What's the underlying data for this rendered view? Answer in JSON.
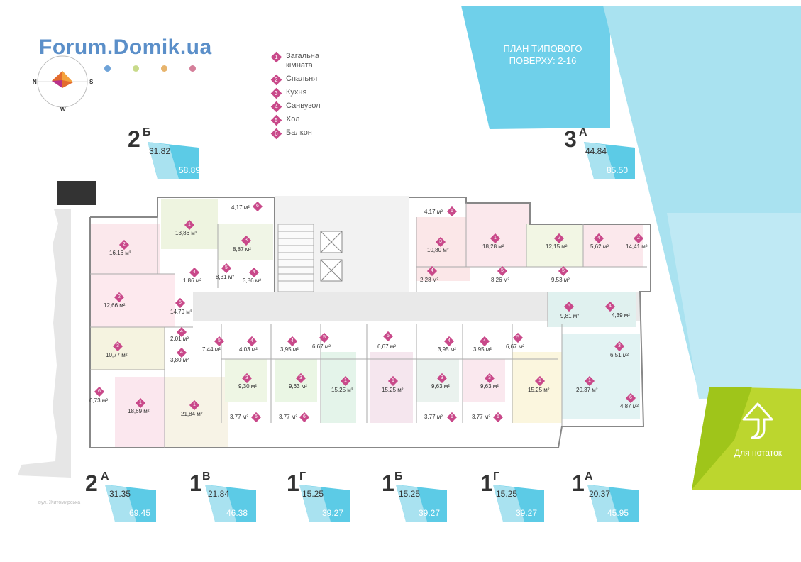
{
  "watermark": "Forum.Domik.ua",
  "compass": {
    "n": "N",
    "s": "S",
    "w": "W"
  },
  "legend": [
    {
      "num": "1",
      "label": "Загальна кімната"
    },
    {
      "num": "2",
      "label": "Спальня"
    },
    {
      "num": "3",
      "label": "Кухня"
    },
    {
      "num": "4",
      "label": "Санвузол"
    },
    {
      "num": "5",
      "label": "Хол"
    },
    {
      "num": "6",
      "label": "Балкон"
    }
  ],
  "plan_title": "ПЛАН ТИПОВОГО ПОВЕРХУ: 2-16",
  "notes_label": "Для нотаток",
  "street_label": "вул. Житомирська",
  "apartments": [
    {
      "id": "2Б",
      "num": "2",
      "letter": "Б",
      "living": "31.82",
      "total": "58.89"
    },
    {
      "id": "3А",
      "num": "3",
      "letter": "А",
      "living": "44.84",
      "total": "85.50"
    },
    {
      "id": "2А",
      "num": "2",
      "letter": "А",
      "living": "31.35",
      "total": "69.45"
    },
    {
      "id": "1В",
      "num": "1",
      "letter": "В",
      "living": "21.84",
      "total": "46.38"
    },
    {
      "id": "1Г-1",
      "num": "1",
      "letter": "Г",
      "living": "15.25",
      "total": "39.27"
    },
    {
      "id": "1Б",
      "num": "1",
      "letter": "Б",
      "living": "15.25",
      "total": "39.27"
    },
    {
      "id": "1Г-2",
      "num": "1",
      "letter": "Г",
      "living": "15.25",
      "total": "39.27"
    },
    {
      "id": "1А",
      "num": "1",
      "letter": "А",
      "living": "20.37",
      "total": "45.95"
    }
  ],
  "rooms": [
    {
      "t": "6",
      "a": "4,17 м²"
    },
    {
      "t": "1",
      "a": "13,86 м²"
    },
    {
      "t": "2",
      "a": "16,16 м²"
    },
    {
      "t": "3",
      "a": "8,87 м²"
    },
    {
      "t": "5",
      "a": "8,31 м²"
    },
    {
      "t": "4",
      "a": "1,86 м²"
    },
    {
      "t": "4",
      "a": "3,86 м²"
    },
    {
      "t": "2",
      "a": "12,66 м²"
    },
    {
      "t": "5",
      "a": "14,79 м²"
    },
    {
      "t": "3",
      "a": "10,77 м²"
    },
    {
      "t": "4",
      "a": "2,01 м²"
    },
    {
      "t": "4",
      "a": "3,80 м²"
    },
    {
      "t": "6",
      "a": "6,73 м²"
    },
    {
      "t": "1",
      "a": "18,69 м²"
    },
    {
      "t": "1",
      "a": "21,84 м²"
    },
    {
      "t": "5",
      "a": "7,44 м²"
    },
    {
      "t": "4",
      "a": "4,03 м²"
    },
    {
      "t": "3",
      "a": "9,30 м²"
    },
    {
      "t": "6",
      "a": "3,77 м²"
    },
    {
      "t": "4",
      "a": "3,95 м²"
    },
    {
      "t": "3",
      "a": "9,63 м²"
    },
    {
      "t": "6",
      "a": "3,77 м²"
    },
    {
      "t": "5",
      "a": "6,67 м²"
    },
    {
      "t": "1",
      "a": "15,25 м²"
    },
    {
      "t": "5",
      "a": "6,67 м²"
    },
    {
      "t": "1",
      "a": "15,25 м²"
    },
    {
      "t": "4",
      "a": "3,95 м²"
    },
    {
      "t": "3",
      "a": "9,63 м²"
    },
    {
      "t": "6",
      "a": "3,77 м²"
    },
    {
      "t": "4",
      "a": "3,95 м²"
    },
    {
      "t": "3",
      "a": "9,63 м²"
    },
    {
      "t": "6",
      "a": "3,77 м²"
    },
    {
      "t": "5",
      "a": "6,67 м²"
    },
    {
      "t": "1",
      "a": "15,25 м²"
    },
    {
      "t": "1",
      "a": "20,37 м²"
    },
    {
      "t": "3",
      "a": "6,51 м²"
    },
    {
      "t": "6",
      "a": "4,87 м²"
    },
    {
      "t": "5",
      "a": "9,81 м²"
    },
    {
      "t": "4",
      "a": "4,39 м²"
    },
    {
      "t": "6",
      "a": "4,17 м²"
    },
    {
      "t": "3",
      "a": "10,80 м²"
    },
    {
      "t": "4",
      "a": "2,28 м²"
    },
    {
      "t": "1",
      "a": "18,28 м²"
    },
    {
      "t": "5",
      "a": "8,26 м²"
    },
    {
      "t": "2",
      "a": "12,15 м²"
    },
    {
      "t": "4",
      "a": "5,62 м²"
    },
    {
      "t": "5",
      "a": "9,53 м²"
    },
    {
      "t": "2",
      "a": "14,41 м²"
    }
  ],
  "colors": {
    "accent_cyan": "#5ccbe6",
    "accent_pale": "#a9e2f0",
    "accent_lime": "#bcd62e",
    "marker_pink": "#c9498a",
    "watermark_blue": "#5b8fc9"
  }
}
